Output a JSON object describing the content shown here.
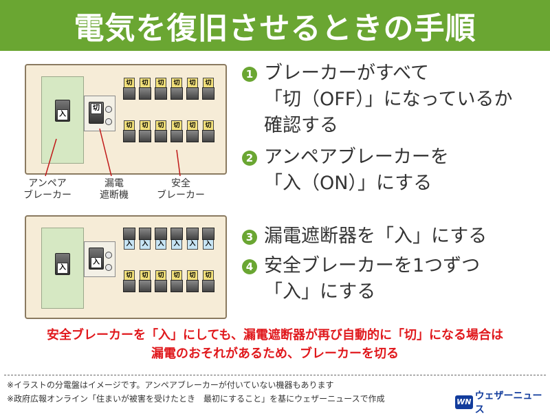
{
  "title": "電気を復旧させるときの手順",
  "colors": {
    "header_bg": "#6aa632",
    "warning": "#e0181c",
    "logo": "#123c9c"
  },
  "panel_before": {
    "amp_breaker_label": "入",
    "elcb_label": "切",
    "top_row": [
      "切",
      "切",
      "切",
      "切",
      "切",
      "切"
    ],
    "bottom_row": [
      "切",
      "切",
      "切",
      "切",
      "切",
      "切"
    ],
    "labels": {
      "ampere": [
        "アンペア",
        "ブレーカー"
      ],
      "elcb": [
        "漏電",
        "遮断機"
      ],
      "safety": [
        "安全",
        "ブレーカー"
      ]
    }
  },
  "panel_after": {
    "amp_breaker_label": "入",
    "elcb_label": "入",
    "top_row": [
      "入",
      "入",
      "入",
      "入",
      "入",
      "入"
    ],
    "bottom_row": [
      "切",
      "切",
      "切",
      "切",
      "切",
      "切"
    ]
  },
  "steps": [
    {
      "num": "1",
      "lines": [
        "ブレーカーがすべて",
        "「切（OFF）」になっているか",
        "確認する"
      ]
    },
    {
      "num": "2",
      "lines": [
        "アンペアブレーカーを",
        "「入（ON）」にする"
      ]
    },
    {
      "num": "3",
      "lines": [
        "漏電遮断器を「入」にする"
      ]
    },
    {
      "num": "4",
      "lines": [
        "安全ブレーカーを1つずつ",
        "「入」にする"
      ]
    }
  ],
  "warning": [
    "安全ブレーカーを「入」にしても、漏電遮断器が再び自動的に「切」になる場合は",
    "漏電のおそれがあるため、ブレーカーを切る"
  ],
  "notes": [
    "※イラストの分電盤はイメージです。アンペアブレーカーが付いていない機器もあります",
    "※政府広報オンライン「住まいが被害を受けたとき　最初にすること」を基にウェザーニュースで作成"
  ],
  "logo": {
    "mark": "WN",
    "text": "ウェザーニュース"
  }
}
